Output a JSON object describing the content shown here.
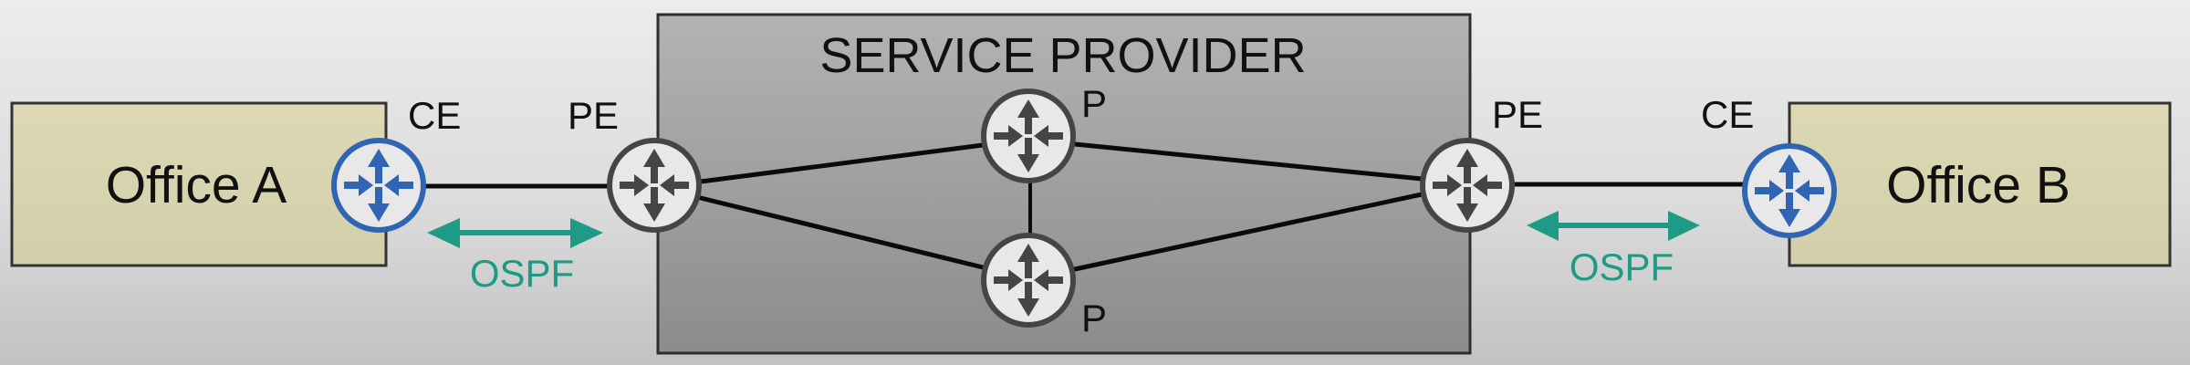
{
  "diagram": {
    "title": "SERVICE PROVIDER",
    "colors": {
      "background_top": "#ececec",
      "background_bottom": "#c2c2c2",
      "office_fill": "#d8d5b0",
      "office_stroke": "#333333",
      "provider_fill_top": "#b2b2b2",
      "provider_fill_bottom": "#8c8c8c",
      "provider_stroke": "#2e2e2e",
      "ce_router_color": "#2f65b2",
      "provider_router_color": "#454545",
      "router_fill": "#e8e8e8",
      "link_color": "#0a0a0a",
      "protocol_color": "#1f9a86"
    },
    "sites": [
      {
        "id": "office-a",
        "label": "Office A"
      },
      {
        "id": "office-b",
        "label": "Office B"
      }
    ],
    "routers": [
      {
        "id": "ce-a",
        "role": "CE",
        "label": "CE"
      },
      {
        "id": "pe-a",
        "role": "PE",
        "label": "PE"
      },
      {
        "id": "p-top",
        "role": "P",
        "label": "P"
      },
      {
        "id": "p-bottom",
        "role": "P",
        "label": "P"
      },
      {
        "id": "pe-b",
        "role": "PE",
        "label": "PE"
      },
      {
        "id": "ce-b",
        "role": "CE",
        "label": "CE"
      }
    ],
    "links": [
      {
        "from": "ce-a",
        "to": "pe-a"
      },
      {
        "from": "pe-a",
        "to": "p-top"
      },
      {
        "from": "pe-a",
        "to": "p-bottom"
      },
      {
        "from": "p-top",
        "to": "p-bottom"
      },
      {
        "from": "p-top",
        "to": "pe-b"
      },
      {
        "from": "p-bottom",
        "to": "pe-b"
      },
      {
        "from": "pe-b",
        "to": "ce-b"
      }
    ],
    "protocols": [
      {
        "between": [
          "ce-a",
          "pe-a"
        ],
        "label": "OSPF"
      },
      {
        "between": [
          "pe-b",
          "ce-b"
        ],
        "label": "OSPF"
      }
    ]
  }
}
